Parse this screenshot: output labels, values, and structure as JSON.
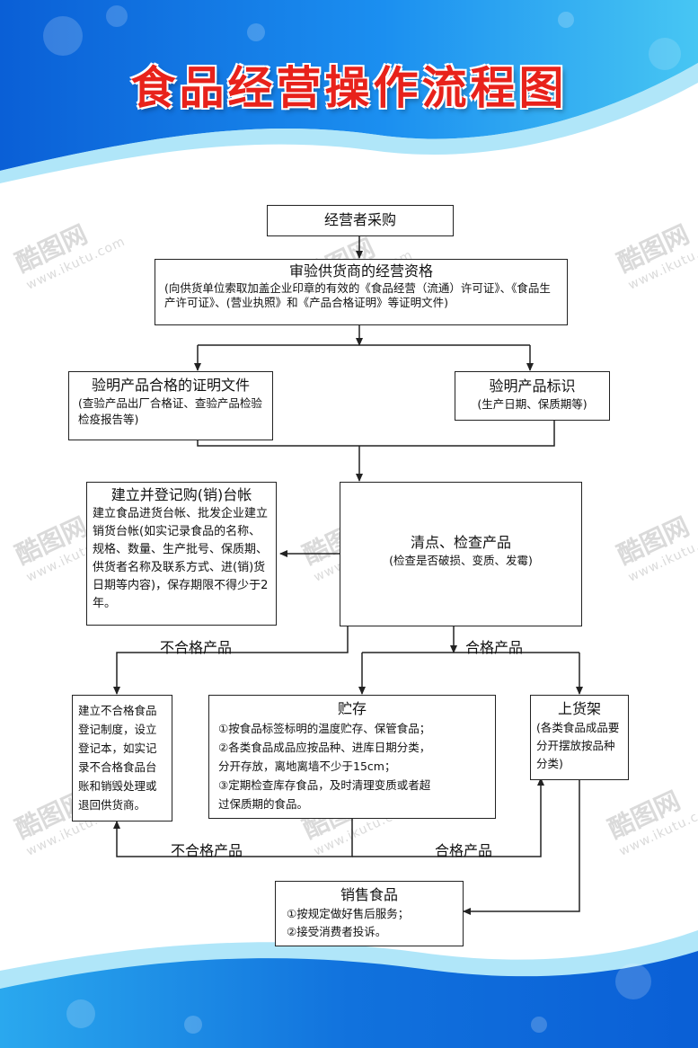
{
  "colors": {
    "blue_dark": "#0a5fd6",
    "blue_light": "#4fc1f0",
    "title_red": "#e8221b",
    "line": "#222222"
  },
  "title": "食品经营操作流程图",
  "watermark": {
    "brand": "酷图网",
    "url": "www.ikutu.com"
  },
  "nodes": {
    "purchase": {
      "title": "经营者采购"
    },
    "verify_supplier": {
      "title": "审验供货商的经营资格",
      "text": "(向供货单位索取加盖企业印章的有效的《食品经营（流通）许可证》、《食品生产许可证》、(营业执照》和《产品合格证明》等证明文件)"
    },
    "verify_cert": {
      "title": "验明产品合格的证明文件",
      "text": "(查验产品出厂合格证、查验产品检验检疫报告等)"
    },
    "verify_label": {
      "title": "验明产品标识",
      "text": "(生产日期、保质期等)"
    },
    "ledger": {
      "title": "建立并登记购(销)台帐",
      "text": "建立食品进货台帐、批发企业建立销货台帐(如实记录食品的名称、规格、数量、生产批号、保质期、供货者名称及联系方式、进(销)货日期等内容)，保存期限不得少于2年。"
    },
    "inspect": {
      "title": "清点、检查产品",
      "text": "(检查是否破损、变质、发霉)"
    },
    "unqualified": {
      "text": "建立不合格食品登记制度，设立登记本，如实记录不合格食品台账和销毁处理或退回供货商。"
    },
    "storage": {
      "title": "贮存",
      "lines": [
        "①按食品标签标明的温度贮存、保管食品；",
        "②各类食品成品应按品种、进库日期分类，",
        "分开存放，离地离墙不少于15cm；",
        "③定期检查库存食品，及时清理变质或者超",
        "过保质期的食品。"
      ]
    },
    "shelf": {
      "title": "上货架",
      "text": "(各类食品成品要分开摆放按品种分类)"
    },
    "sale": {
      "title": "销售食品",
      "lines": [
        "①按规定做好售后服务；",
        "②接受消费者投诉。"
      ]
    }
  },
  "edge_labels": {
    "unqualified_top": "不合格产品",
    "qualified_top": "合格产品",
    "unqualified_bottom": "不合格产品",
    "qualified_bottom": "合格产品"
  }
}
